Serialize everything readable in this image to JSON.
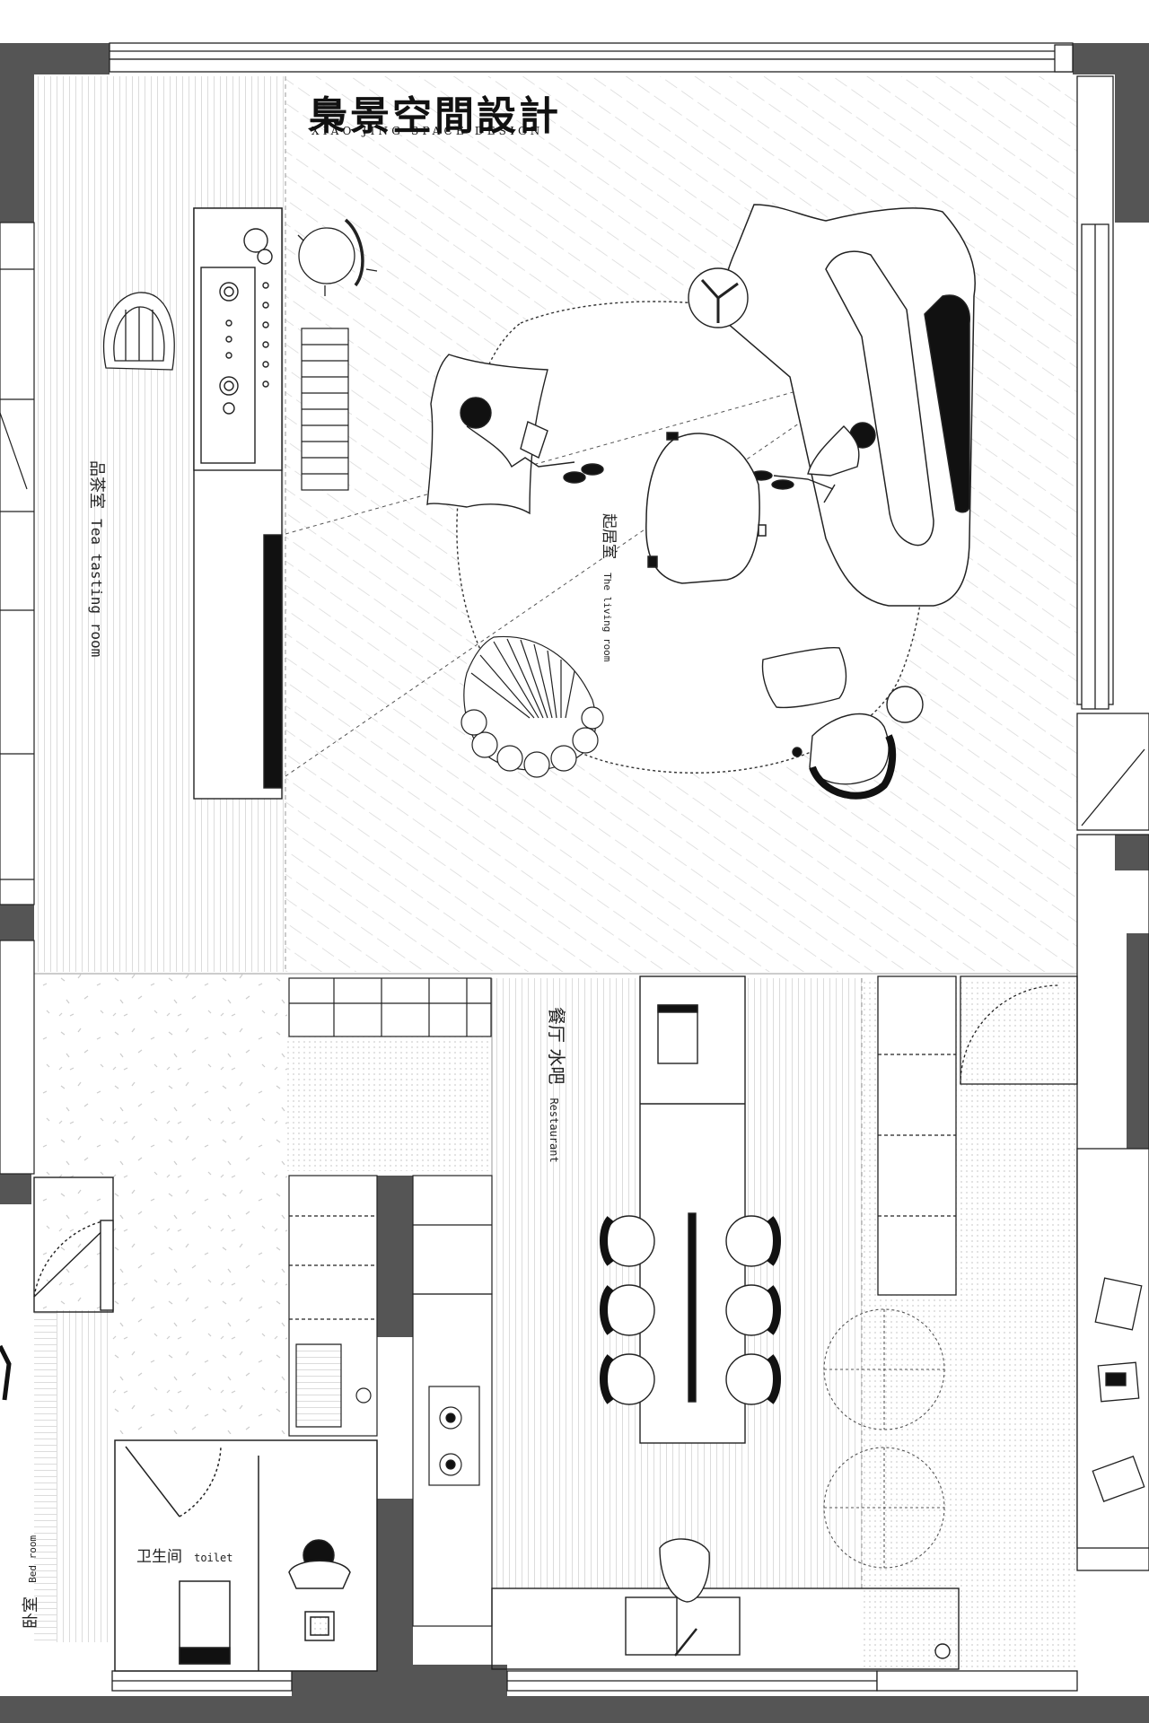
{
  "brand": {
    "title": "梟景空間設計",
    "subtitle": "XIAO JING SPACE DESIGN"
  },
  "rooms": {
    "tea": {
      "cn": "品茶室",
      "en": "Tea tasting room"
    },
    "living": {
      "cn": "起居室",
      "en": "The living room"
    },
    "restaurant": {
      "cn": "餐厅 水吧",
      "en": "Restaurant"
    },
    "toilet": {
      "cn": "卫生间",
      "en": "toilet"
    },
    "bedroom": {
      "cn": "卧室",
      "en": "Bed room"
    }
  },
  "colors": {
    "wall": "#555555",
    "line": "#222222",
    "hatch": "#cfcfcf",
    "floor": "#f2f2f2"
  }
}
